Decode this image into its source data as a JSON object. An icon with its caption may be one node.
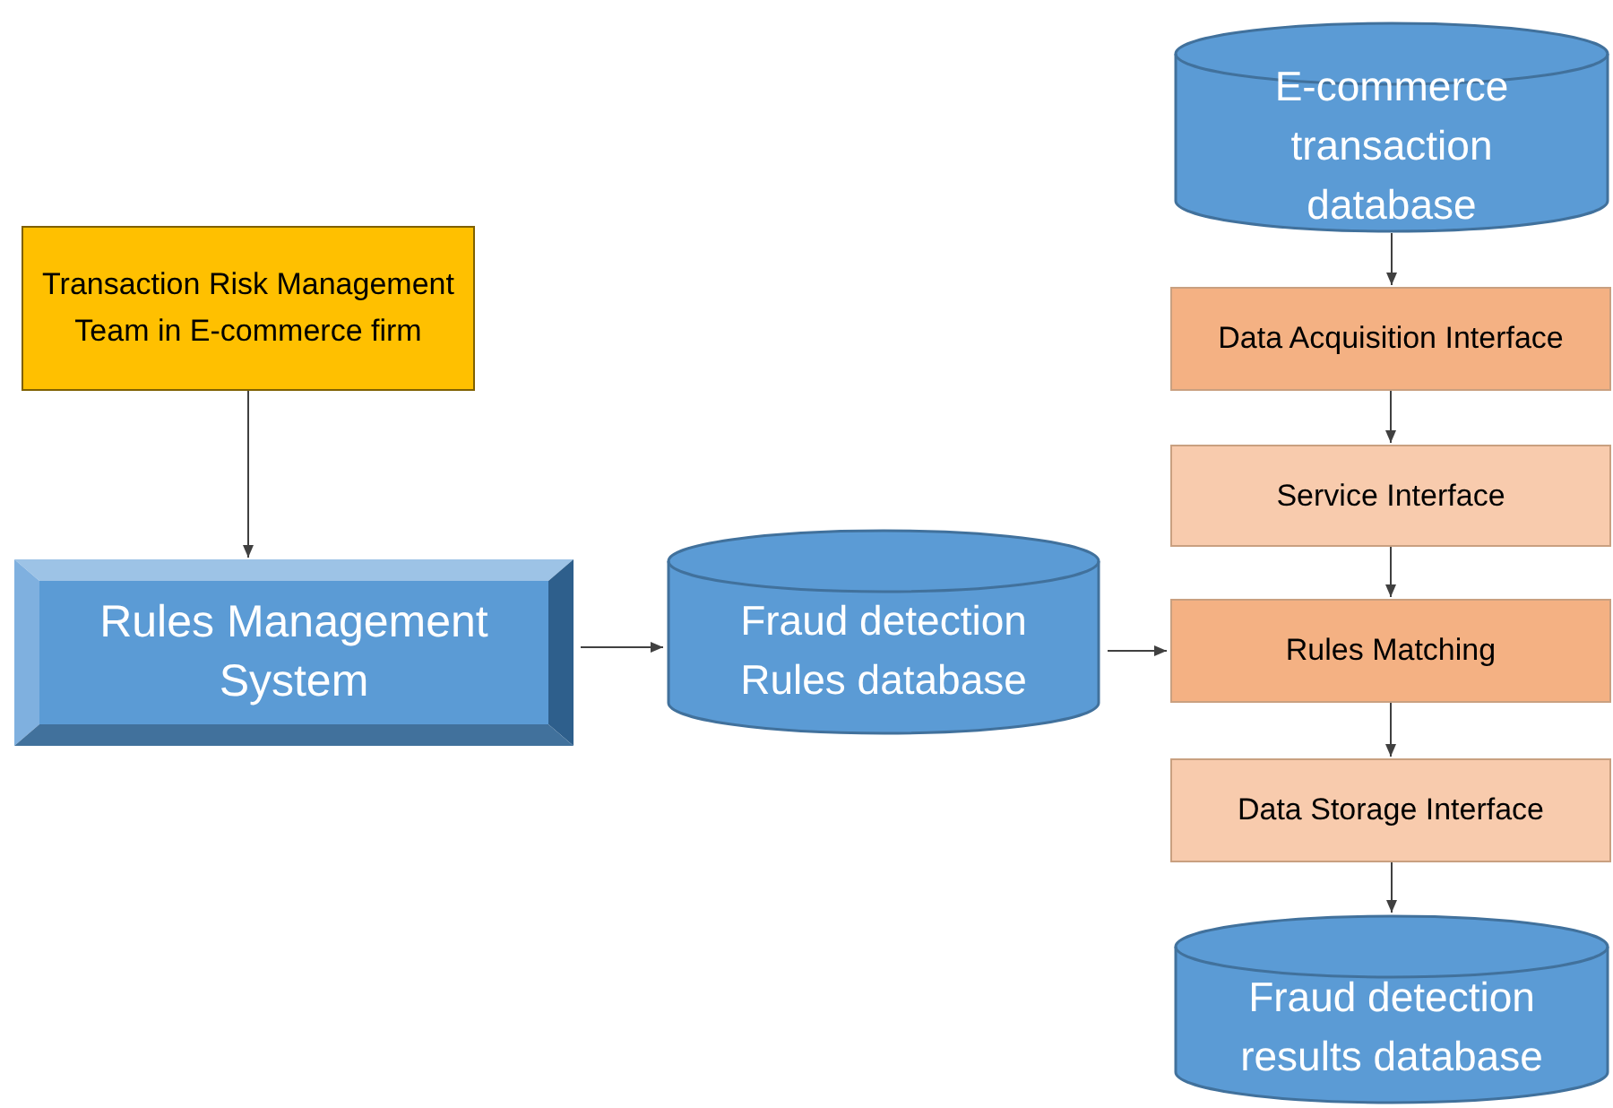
{
  "diagram": {
    "nodes": [
      {
        "text": [
          "Transaction Risk Management Team in E-commerce firm"
        ]
      },
      {
        "text": [
          "Rules Management System"
        ]
      },
      {
        "text": [
          "Fraud detection Rules database"
        ]
      },
      {
        "text": [
          "E-commerce transaction database"
        ]
      },
      {
        "text": [
          "Data Acquisition Interface"
        ]
      },
      {
        "text": [
          "Service Interface"
        ]
      },
      {
        "text": [
          "Rules Matching"
        ]
      },
      {
        "text": [
          "Data Storage Interface"
        ]
      },
      {
        "text": [
          "Fraud detection results database"
        ]
      }
    ],
    "edges": [
      {
        "from": 0,
        "to": 1,
        "arrow": "to"
      },
      {
        "from": 1,
        "to": 2,
        "arrow": "to"
      },
      {
        "from": 2,
        "to": 6,
        "arrow": "to"
      },
      {
        "from": 3,
        "to": 4,
        "arrow": "to"
      },
      {
        "from": 4,
        "to": 5,
        "arrow": "to"
      },
      {
        "from": 5,
        "to": 6,
        "arrow": "to"
      },
      {
        "from": 6,
        "to": 7,
        "arrow": "to"
      },
      {
        "from": 7,
        "to": 8,
        "arrow": "to"
      }
    ]
  }
}
